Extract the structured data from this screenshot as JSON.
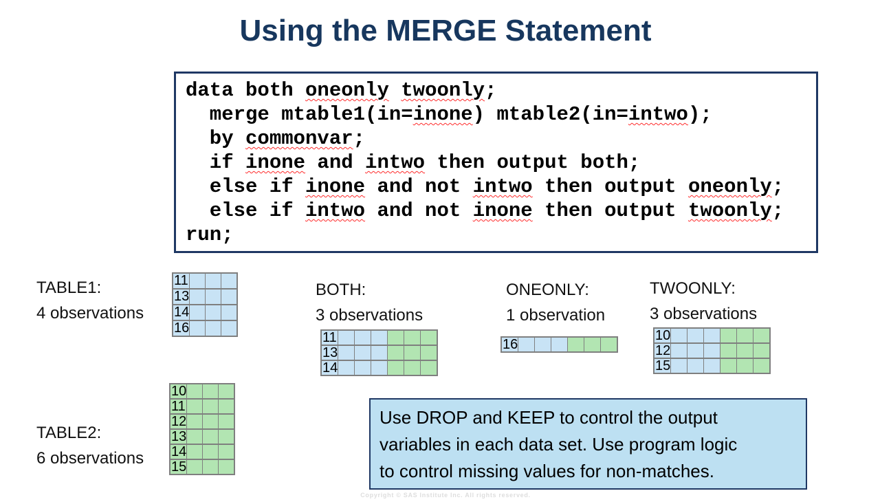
{
  "title": "Using the MERGE Statement",
  "code": {
    "lines": [
      [
        {
          "t": "data both ",
          "u": false
        },
        {
          "t": "oneonly",
          "u": true
        },
        {
          "t": " ",
          "u": false
        },
        {
          "t": "twoonly",
          "u": true
        },
        {
          "t": ";",
          "u": false
        }
      ],
      [
        {
          "t": "  merge mtable1(in=",
          "u": false
        },
        {
          "t": "inone",
          "u": true
        },
        {
          "t": ") mtable2(in=",
          "u": false
        },
        {
          "t": "intwo",
          "u": true
        },
        {
          "t": ");",
          "u": false
        }
      ],
      [
        {
          "t": "  by ",
          "u": false
        },
        {
          "t": "commonvar",
          "u": true
        },
        {
          "t": ";",
          "u": false
        }
      ],
      [
        {
          "t": "  if ",
          "u": false
        },
        {
          "t": "inone",
          "u": true
        },
        {
          "t": " and ",
          "u": false
        },
        {
          "t": "intwo",
          "u": true
        },
        {
          "t": " then output both;",
          "u": false
        }
      ],
      [
        {
          "t": "  else if ",
          "u": false
        },
        {
          "t": "inone",
          "u": true
        },
        {
          "t": " and not ",
          "u": false
        },
        {
          "t": "intwo",
          "u": true
        },
        {
          "t": " then output ",
          "u": false
        },
        {
          "t": "oneonly",
          "u": true
        },
        {
          "t": ";",
          "u": false
        }
      ],
      [
        {
          "t": "  else if ",
          "u": false
        },
        {
          "t": "intwo",
          "u": true
        },
        {
          "t": " and not ",
          "u": false
        },
        {
          "t": "inone",
          "u": true
        },
        {
          "t": " then output ",
          "u": false
        },
        {
          "t": "twoonly",
          "u": true
        },
        {
          "t": ";",
          "u": false
        }
      ],
      [
        {
          "t": "run;",
          "u": false
        }
      ]
    ]
  },
  "tables": {
    "table1": {
      "label": "TABLE1:",
      "observations": "4 observations",
      "values": [
        "11",
        "13",
        "14",
        "16"
      ],
      "blue_cols": 4,
      "green_cols": 0
    },
    "table2": {
      "label": "TABLE2:",
      "observations": "6 observations",
      "values": [
        "10",
        "11",
        "12",
        "13",
        "14",
        "15"
      ],
      "blue_cols": 0,
      "green_cols": 4
    },
    "both": {
      "label": "BOTH:",
      "observations": "3 observations",
      "values": [
        "11",
        "13",
        "14"
      ],
      "blue_cols": 4,
      "green_cols": 3
    },
    "oneonly": {
      "label": "ONEONLY:",
      "observations": "1 observation",
      "values": [
        "16"
      ],
      "blue_cols": 4,
      "green_cols": 3
    },
    "twoonly": {
      "label": "TWOONLY:",
      "observations": "3 observations",
      "values": [
        "10",
        "12",
        "15"
      ],
      "blue_cols": 4,
      "green_cols": 3
    }
  },
  "note": {
    "lines": [
      "Use DROP and KEEP to control the output",
      "variables in each data set. Use program logic",
      "to control missing values for non-matches."
    ]
  },
  "footer": {
    "copyright": "Copyright © SAS Institute Inc. All rights reserved."
  },
  "colors": {
    "blue_cell": "#C8E3F5",
    "green_cell": "#B2E5B2",
    "grid_border": "#7F7F7F",
    "navy_border": "#1F3864",
    "title_text": "#17375E",
    "note_background": "#BDE0F2",
    "squiggle_red": "#FF2A2A"
  }
}
